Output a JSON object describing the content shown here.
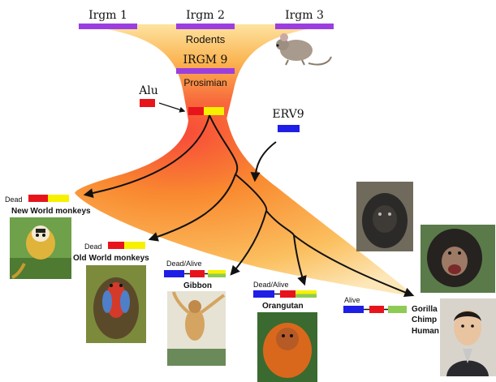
{
  "genes": {
    "irgm1": "Irgm 1",
    "irgm2": "Irgm 2",
    "irgm3": "Irgm 3",
    "irgm9": "IRGM 9"
  },
  "groups": {
    "rodents": "Rodents",
    "prosimian": "Prosimian"
  },
  "elements": {
    "alu": "Alu",
    "erv9": "ERV9"
  },
  "branches": [
    {
      "status": "Dead",
      "name": "New World monkeys"
    },
    {
      "status": "Dead",
      "name": "Old World monkeys"
    },
    {
      "status": "Dead/Alive",
      "name": "Gibbon"
    },
    {
      "status": "Dead/Alive",
      "name": "Orangutan"
    },
    {
      "status": "Alive",
      "names": [
        "Gorilla",
        "Chimp",
        "Human"
      ]
    }
  ],
  "colors": {
    "gene_bar": "#9b3ee0",
    "alu": "#e8141c",
    "erv9": "#1e1ee6",
    "yellow": "#f7f100",
    "green": "#8ecb55",
    "funnel_top": "#fcd58a",
    "funnel_mid": "#f7483a",
    "fan_outer": "#fbe3b0",
    "fan_inner": "#f99a2d"
  },
  "icons": [
    "mouse-icon",
    "squirrel-monkey-photo",
    "mandrill-photo",
    "gibbon-photo",
    "orangutan-photo",
    "gorilla-photo",
    "chimp-photo",
    "human-photo"
  ]
}
